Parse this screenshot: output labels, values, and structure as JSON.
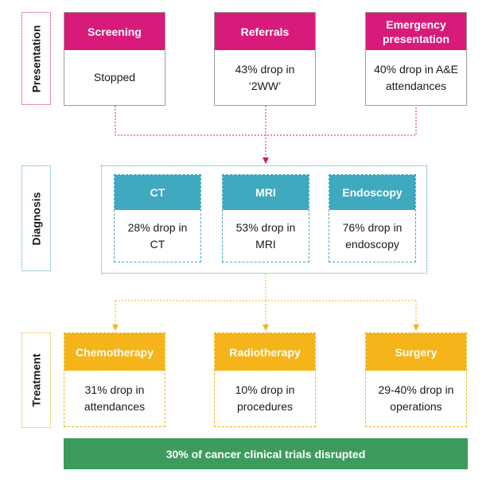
{
  "labels": {
    "presentation": "Presentation",
    "diagnosis": "Diagnosis",
    "treatment": "Treatment"
  },
  "presentation": [
    {
      "title": "Screening",
      "text": "Stopped"
    },
    {
      "title": "Referrals",
      "text": "43% drop in ‘2WW’"
    },
    {
      "title": "Emergency presentation",
      "text": "40% drop in A&E attendances"
    }
  ],
  "diagnosis": [
    {
      "title": "CT",
      "text": "28% drop in CT"
    },
    {
      "title": "MRI",
      "text": "53% drop in MRI"
    },
    {
      "title": "Endoscopy",
      "text": "76% drop in endoscopy"
    }
  ],
  "treatment": [
    {
      "title": "Chemotherapy",
      "text": "31% drop in attendances"
    },
    {
      "title": "Radiotherapy",
      "text": "10% drop in procedures"
    },
    {
      "title": "Surgery",
      "text": "29-40% drop in operations"
    }
  ],
  "banner": "30% of cancer clinical trials disrupted",
  "colors": {
    "presentation": "#d81b7a",
    "diagnosis": "#3fa9c0",
    "treatment": "#f4b41a",
    "banner": "#3d9b5e"
  }
}
